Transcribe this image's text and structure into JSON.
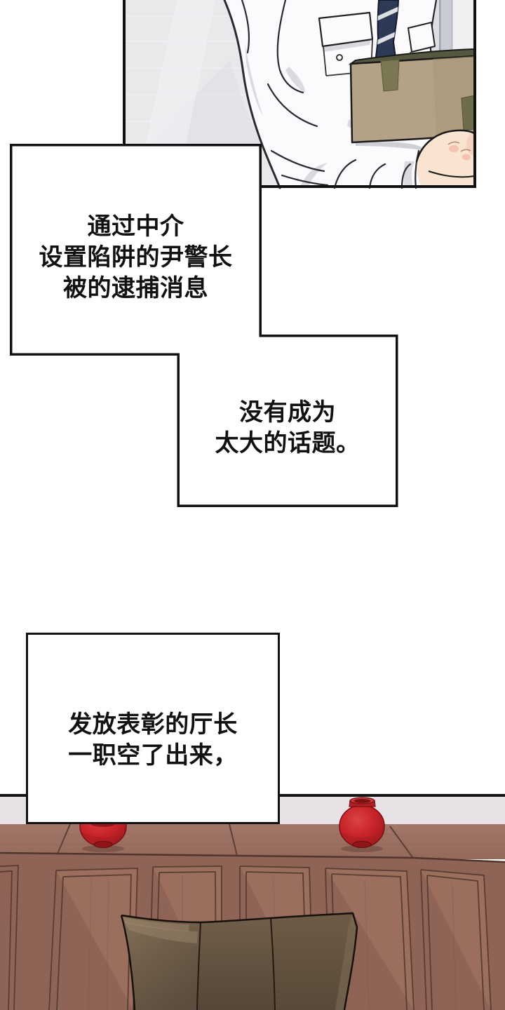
{
  "captions": [
    {
      "lines": [
        "通过中介",
        "设置陷阱的尹警长",
        "被的逮捕消息"
      ]
    },
    {
      "lines": [
        "没有成为",
        "太大的话题。"
      ]
    },
    {
      "lines": [
        "发放表彰的厅长",
        "一职空了出来，"
      ]
    }
  ],
  "colors": {
    "outline": "#111111",
    "wall_grey": "#e9e9ec",
    "shirt_white": "#fbfbfd",
    "shirt_shade": "#d4d5db",
    "tie_navy": "#2c3a55",
    "cardboard": "#b3a285",
    "cardboard_top": "#56573f",
    "tape_olive": "#7a7752",
    "skin": "#f9e3d1",
    "knuckle_pink": "#f2b9a9",
    "baseboard": "#e8e1e5",
    "wood_top": "#9b7263",
    "wood_face": "#8f6355",
    "wood_panel": "#9b6e5e",
    "wood_groove": "#57392f",
    "jar_red": "#c9242a",
    "jar_red_dark": "#8e1518",
    "chair_brown": "#6a5947"
  }
}
